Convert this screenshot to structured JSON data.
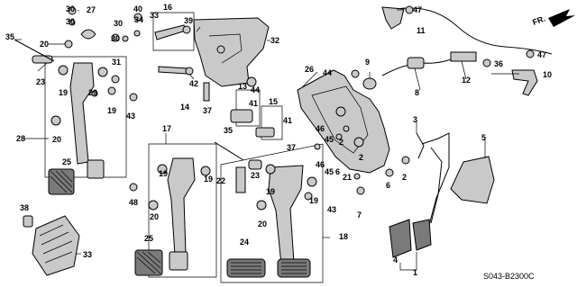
{
  "diagram": {
    "code": "S043-B2300C",
    "fr_label": "FR.",
    "callouts": [
      "1",
      "2",
      "3",
      "4",
      "5",
      "6",
      "7",
      "8",
      "9",
      "10",
      "11",
      "12",
      "13",
      "14",
      "15",
      "16",
      "17",
      "18",
      "19",
      "20",
      "21",
      "22",
      "23",
      "24",
      "25",
      "26",
      "27",
      "28",
      "29",
      "30",
      "31",
      "32",
      "33",
      "34",
      "35",
      "36",
      "37",
      "38",
      "39",
      "40",
      "41",
      "42",
      "43",
      "44",
      "45",
      "46",
      "47",
      "48"
    ]
  }
}
